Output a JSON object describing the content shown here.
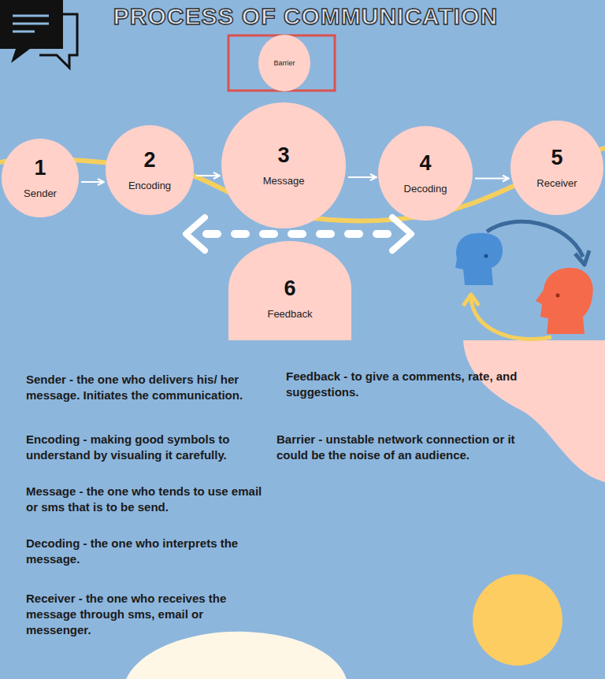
{
  "diagram": {
    "title": "PROCESS OF COMMUNICATION",
    "nodes": [
      {
        "text": [
          "Barrier"
        ]
      },
      {
        "text": [
          "1",
          "Sender"
        ]
      },
      {
        "text": [
          "2",
          "Encoding"
        ]
      },
      {
        "text": [
          "3",
          "Message"
        ]
      },
      {
        "text": [
          "4",
          "Decoding"
        ]
      },
      {
        "text": [
          "5",
          "Receiver"
        ]
      },
      {
        "text": [
          "6",
          "Feedback"
        ]
      }
    ],
    "edges": [
      {
        "from": 1,
        "to": 2,
        "arrow": "to"
      },
      {
        "from": 2,
        "to": 3,
        "arrow": "to"
      },
      {
        "from": 3,
        "to": 4,
        "arrow": "to"
      },
      {
        "from": 4,
        "to": 5,
        "arrow": "to"
      }
    ],
    "labels": [
      "Sender - the one who delivers his/ her message. Initiates the communication.",
      "Feedback - to give a comments, rate, and suggestions.",
      "Encoding - making good symbols to understand by visualing it carefully.",
      "Barrier - unstable network connection or it could be the noise of an audience.",
      "Message - the one who tends to use email or sms that is to be send.",
      "Decoding - the one who interprets the message.",
      "Receiver - the one who receives the message through sms, email or messenger."
    ]
  }
}
